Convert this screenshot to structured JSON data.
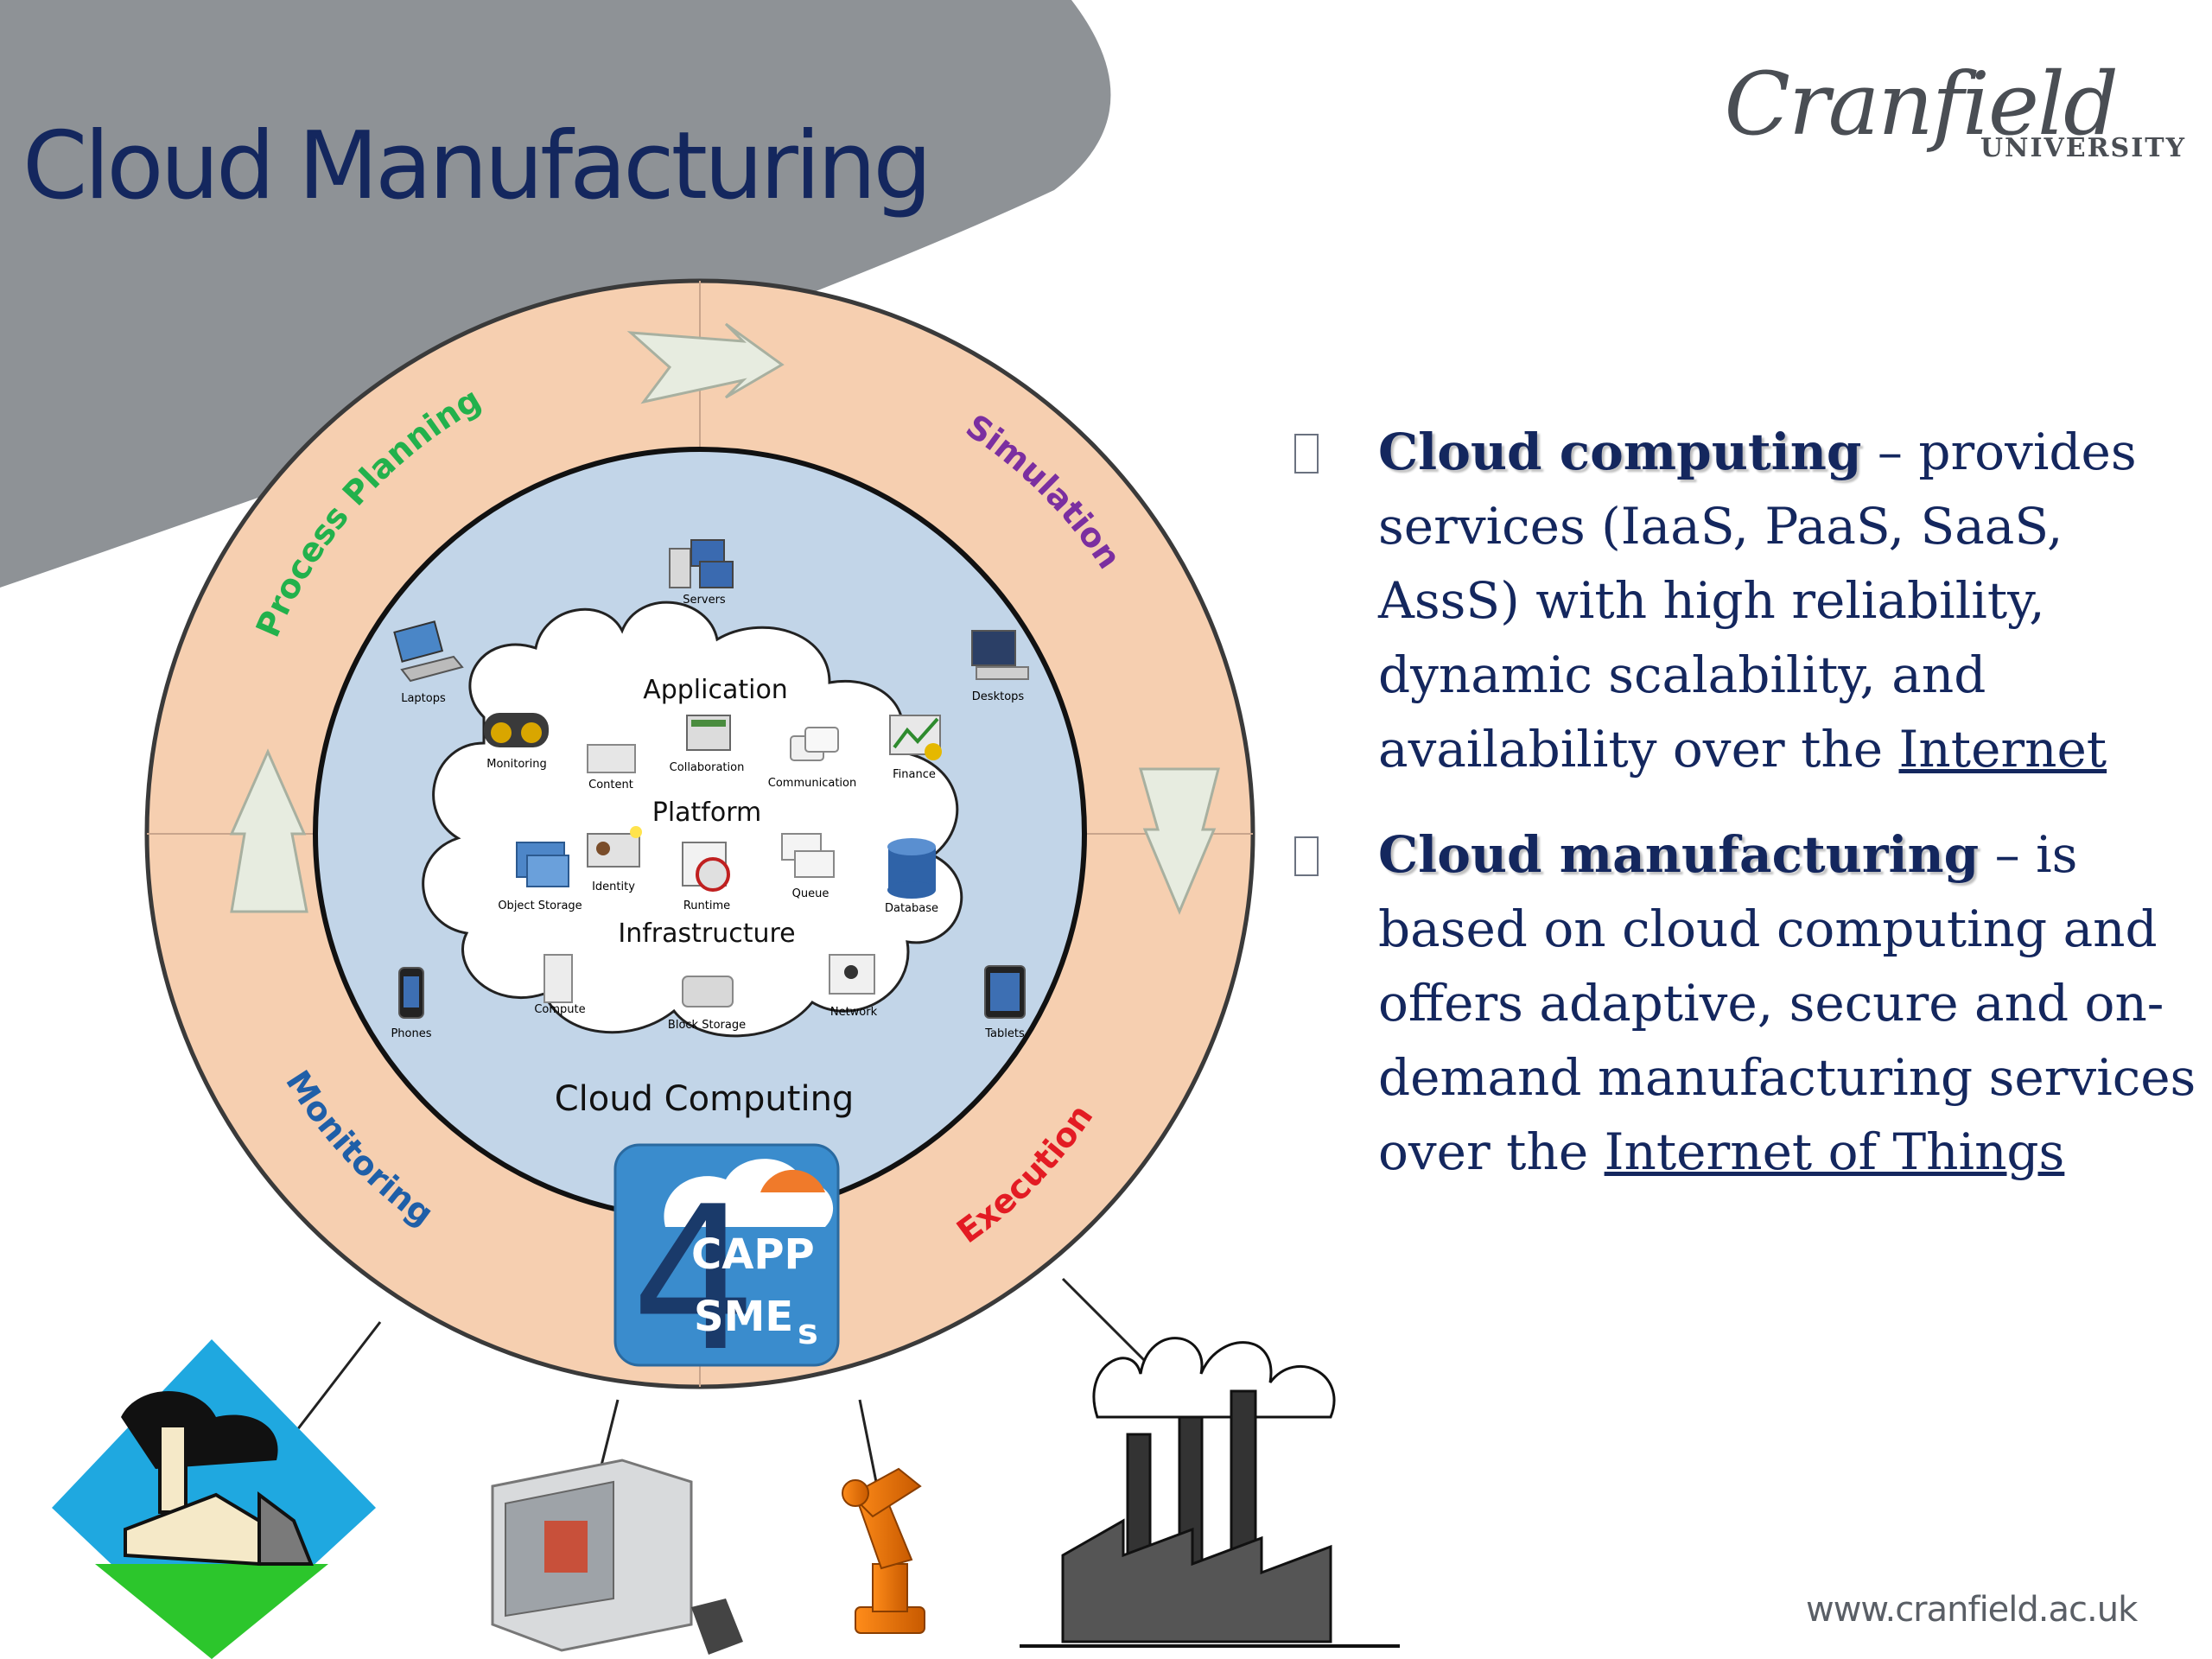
{
  "slide": {
    "title": "Cloud Manufacturing",
    "logo": {
      "main": "Cranfield",
      "sub": "UNIVERSITY"
    },
    "footer_url": "www.cranfield.ac.uk"
  },
  "bullets": [
    {
      "term": "Cloud computing",
      "text": " – provides services (IaaS, PaaS, SaaS, AssS) with high reliability, dynamic scalability, and availability over the ",
      "link": "Internet",
      "tail": ""
    },
    {
      "term": "Cloud manufacturing",
      "text": " – is based on cloud computing and offers adaptive, secure and on-demand manufacturing services over the ",
      "link": "Internet of Things",
      "tail": ""
    }
  ],
  "diagram": {
    "ring_labels": {
      "process_planning": "Process Planning",
      "simulation": "Simulation",
      "execution": "Execution",
      "monitoring": "Monitoring"
    },
    "ring_colors": {
      "process_planning": "#22b14c",
      "simulation": "#7b2fa0",
      "execution": "#e31b23",
      "monitoring": "#1f5fa8"
    },
    "cloud_computing_label": "Cloud Computing",
    "layers": {
      "application": "Application",
      "platform": "Platform",
      "infrastructure": "Infrastructure"
    },
    "devices": {
      "servers": "Servers",
      "laptops": "Laptops",
      "desktops": "Desktops",
      "phones": "Phones",
      "tablets": "Tablets"
    },
    "services": {
      "monitoring": "Monitoring",
      "content": "Content",
      "collaboration": "Collaboration",
      "communication": "Communication",
      "finance": "Finance",
      "object_storage": "Object Storage",
      "identity": "Identity",
      "runtime": "Runtime",
      "queue": "Queue",
      "database": "Database",
      "compute": "Compute",
      "block_storage": "Block Storage",
      "network": "Network"
    },
    "capp_logo": {
      "digit": "4",
      "line1": "CAPP",
      "line2": "SME",
      "suffix": "s"
    }
  }
}
